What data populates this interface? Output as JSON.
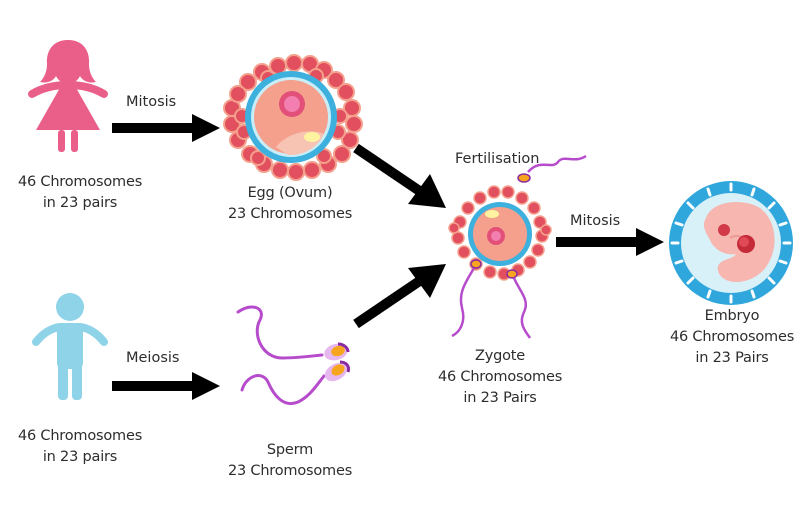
{
  "diagram": {
    "title": "Human fertilisation and chromosome number",
    "colors": {
      "female": "#ea5f8a",
      "male": "#8fd3e8",
      "arrow": "#000000",
      "cell_red": "#e2505f",
      "zona_blue": "#3db0de",
      "cytoplasm": "#f4a08d",
      "nucleus": "#f0609a",
      "sperm_purple": "#b64ccc",
      "sperm_head": "#f7a51f"
    },
    "nodes": {
      "female": {
        "icon": "female-person-icon",
        "line1": "46 Chromosomes",
        "line2": "in 23 pairs"
      },
      "male": {
        "icon": "male-person-icon",
        "line1": "46 Chromosomes",
        "line2": "in 23 pairs"
      },
      "egg": {
        "icon": "egg-cell-icon",
        "line1": "Egg (Ovum)",
        "line2": "23 Chromosomes"
      },
      "sperm": {
        "icon": "sperm-cells-icon",
        "line1": "Sperm",
        "line2": "23 Chromosomes"
      },
      "zygote": {
        "icon": "zygote-icon",
        "line1": "Zygote",
        "line2": "46 Chromosomes",
        "line3": "in 23 Pairs"
      },
      "embryo": {
        "icon": "embryo-icon",
        "line1": "Embryo",
        "line2": "46 Chromosomes",
        "line3": "in 23 Pairs"
      }
    },
    "edges": [
      {
        "from": "female",
        "to": "egg",
        "label": "Mitosis"
      },
      {
        "from": "male",
        "to": "sperm",
        "label": "Meiosis"
      },
      {
        "from": "egg",
        "to": "zygote",
        "label": ""
      },
      {
        "from": "sperm",
        "to": "zygote",
        "label": ""
      },
      {
        "from": "zygote",
        "to": "embryo",
        "label": "Mitosis"
      }
    ],
    "annotation": "Fertilisation"
  }
}
